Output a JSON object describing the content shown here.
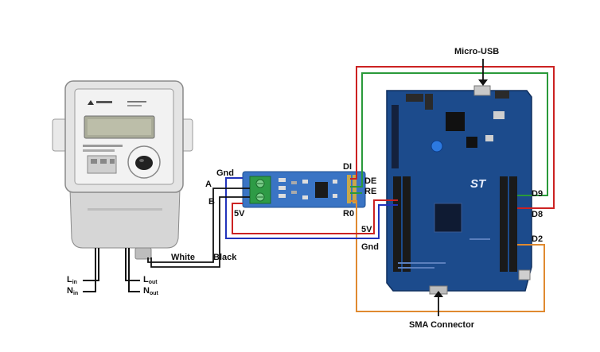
{
  "labels": {
    "micro_usb": "Micro-USB",
    "gnd_top": "Gnd",
    "a": "A",
    "b": "B",
    "v5_left": "5V",
    "di": "DI",
    "de": "DE",
    "re": "RE",
    "r0": "R0",
    "d9": "D9",
    "d8": "D8",
    "d2": "D2",
    "v5_right": "5V",
    "gnd_bottom": "Gnd",
    "white": "White",
    "black": "Black",
    "sma": "SMA Connector",
    "l_in_base": "L",
    "l_in_sub": "in",
    "n_in_base": "N",
    "n_in_sub": "in",
    "l_out_base": "L",
    "l_out_sub": "out",
    "n_out_base": "N",
    "n_out_sub": "out"
  },
  "colors": {
    "board_blue": "#1c4b8c",
    "module_blue": "#3a74c4",
    "terminal_green": "#2e9b46",
    "wire_red": "#cc2222",
    "wire_green": "#2a9a3a",
    "wire_blue": "#2233bb",
    "wire_orange": "#e08a30",
    "meter_grey": "#dcdcdc"
  }
}
